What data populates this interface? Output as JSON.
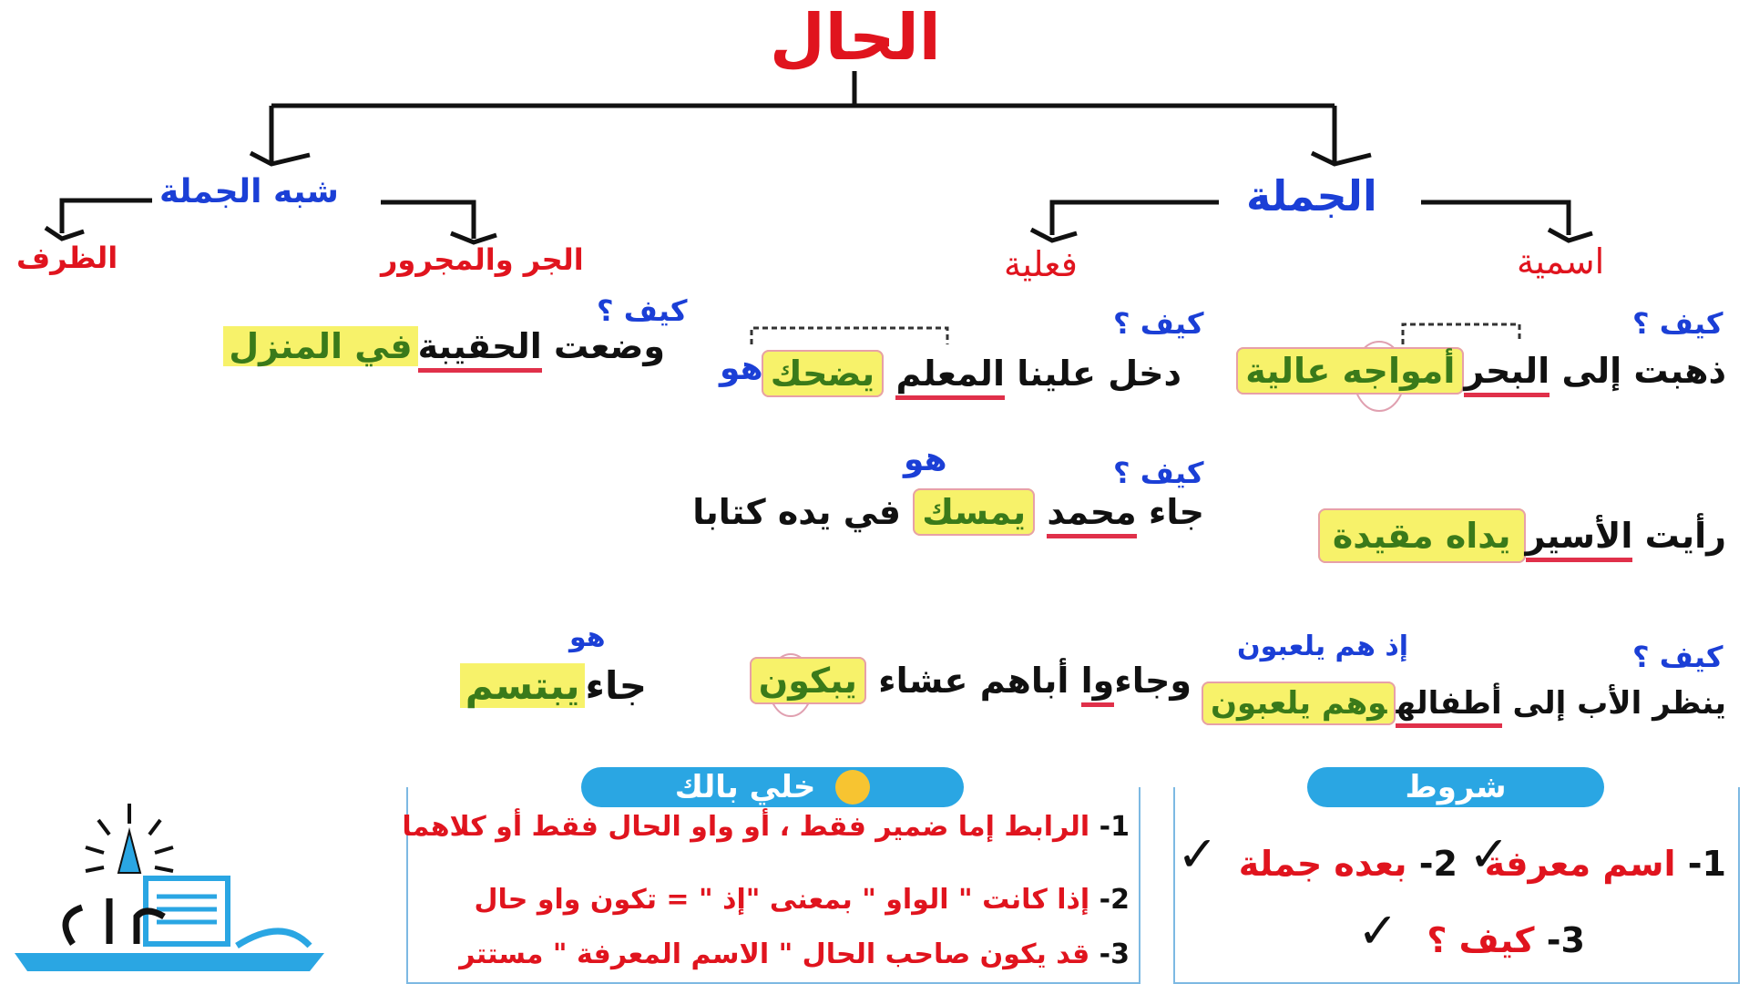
{
  "title": "الحال",
  "branches": {
    "jumla": {
      "label": "الجملة",
      "ismiya": "اسمية",
      "filiya": "فعلية"
    },
    "shibh": {
      "label": "شبه الجملة",
      "jar": "الجر والمجرور",
      "zarf": "الظرف"
    }
  },
  "kayf_label": "كيف ؟",
  "huwa": "هو",
  "ismiya": {
    "ex1": {
      "pre": "ذهبت إلى",
      "sahib": "البحر",
      "hal": "أمواجه عالية"
    },
    "ex2": {
      "pre": "رأيت",
      "sahib": "الأسير",
      "hal": "يداه مقيدة"
    },
    "ex3": {
      "pre": "ينظر الأب إلى",
      "sahib": "أطفاله",
      "hal": "وهم يلعبون",
      "note": "إذ هم يلعبون"
    }
  },
  "filiya": {
    "ex1": {
      "pre": "دخل علينا",
      "sahib": "المعلم",
      "hal": "يضحك"
    },
    "ex2": {
      "pre": "جاء",
      "sahib": "محمد",
      "hal": "يمسك",
      "post": "في يده كتابا"
    },
    "ex3": {
      "pre": "وجاء",
      "sahib": "وا",
      "mid": "أباهم عشاء",
      "hal": "يبكون"
    }
  },
  "jar": {
    "ex1": {
      "pre": "وضعت",
      "sahib": "الحقيبة",
      "hal": "في المنزل"
    }
  },
  "zarf": {
    "ex1": {
      "pre": "جاء",
      "hal": "يبتسم"
    }
  },
  "conditions": {
    "label": "شروط",
    "c1": {
      "num": "1-",
      "text": "اسم معرفة"
    },
    "c2": {
      "num": "2-",
      "text": "بعده جملة"
    },
    "c3": {
      "num": "3-",
      "text": "كيف ؟"
    },
    "check": "✓"
  },
  "notes": {
    "label": "خلي بالك",
    "n1": {
      "num": "1-",
      "text": "الرابط إما ضمير فقط ، أو واو الحال فقط أو كلاهما"
    },
    "n2": {
      "num": "2-",
      "text": "إذا كانت \" الواو \" بمعنى \"إذ \" = تكون واو حال"
    },
    "n3": {
      "num": "3-",
      "text": "قد يكون صاحب الحال \" الاسم المعرفة \" مستتر"
    }
  },
  "colors": {
    "red": "#e0141e",
    "blue": "#1b3fd6",
    "highlight": "#f7f26a",
    "pill": "#2aa6e3"
  }
}
